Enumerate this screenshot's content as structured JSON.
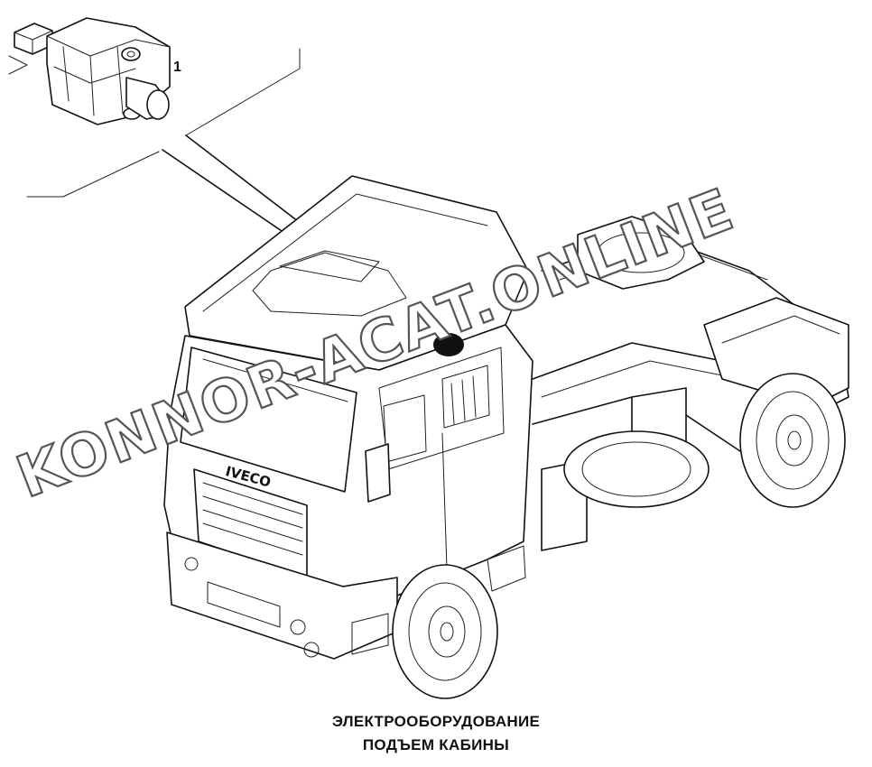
{
  "diagram": {
    "part_callout": "1",
    "brand_badge": "IVECO",
    "caption_line1": "ЭЛЕКТРООБОРУДОВАНИЕ",
    "caption_line2": "ПОДЪЕМ КАБИНЫ"
  },
  "watermark": {
    "text": "KONNOR-ACAT.ONLINE"
  }
}
